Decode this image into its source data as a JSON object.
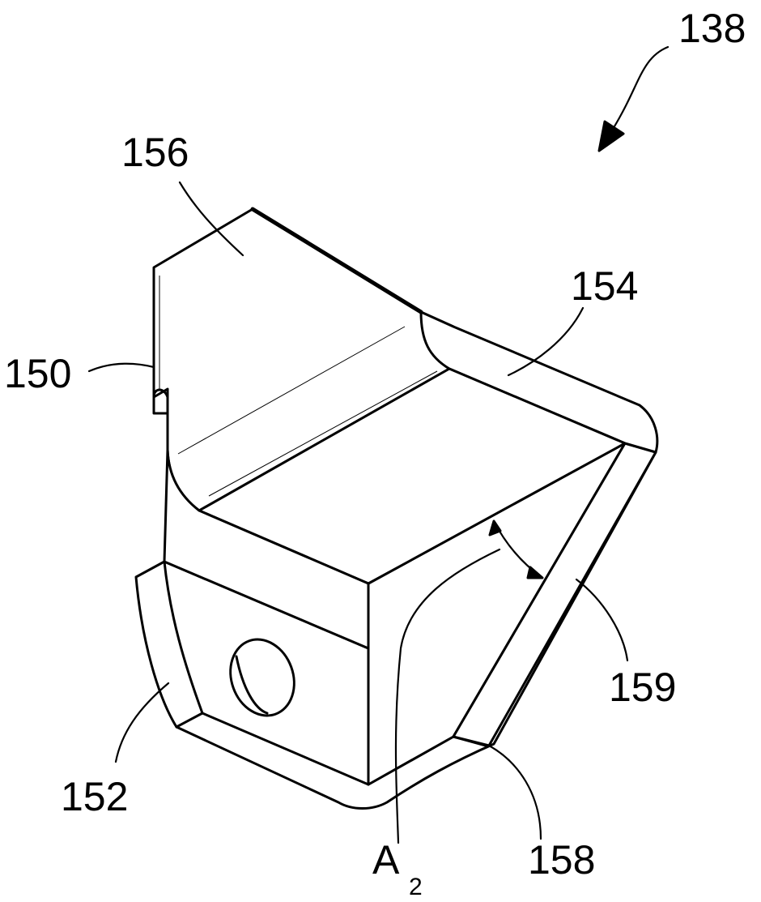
{
  "figure": {
    "reference_numerals": {
      "assembly": "138",
      "upper_block": "156",
      "side_face": "150",
      "curved_face": "154",
      "base_plate": "152",
      "bottom_edge": "158",
      "inclined_face": "159"
    },
    "angle_label": {
      "symbol": "A",
      "subscript": "2"
    }
  }
}
